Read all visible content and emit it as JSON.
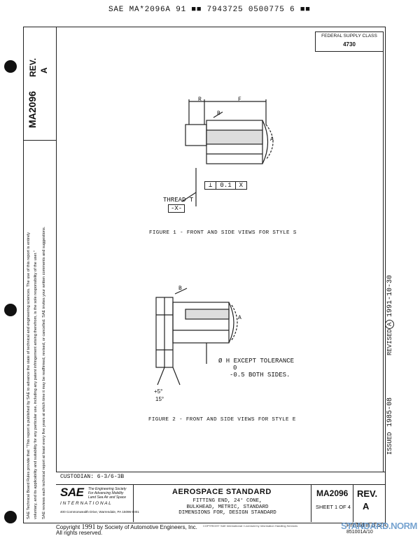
{
  "scan_header": "SAE MA*2096A 91 ■■ 7943725 0500775 6 ■■",
  "left_tab": {
    "doc_number": "MA2096",
    "rev_label": "REV.",
    "rev_value": "A"
  },
  "left_disclaimer_1": "SAE Technical Board Rules provide that: \"This report is published by SAE to advance the state of technical and engineering sciences. The use of this report is entirely",
  "left_disclaimer_2": "voluntary, and its applicability and suitability for any particular use, including any patent infringement arising therefrom, is the sole responsibility of the user.\"",
  "left_disclaimer_3": "SAE reviews each technical report at least every five years at which time it may be reaffirmed, revised, or cancelled. SAE invites your written comments and suggestions.",
  "federal_supply": {
    "label": "FEDERAL SUPPLY CLASS",
    "value": "4730"
  },
  "figure1": {
    "dim_r": "R",
    "dim_f": "F",
    "dim_b": "B",
    "dim_a": "A",
    "fcf": [
      "⊥",
      "0.1",
      "X"
    ],
    "thread_label": "THREAD T",
    "datum": "-X-",
    "caption": "FIGURE 1 - FRONT AND SIDE VIEWS FOR STYLE S"
  },
  "figure2": {
    "dim_b": "B",
    "dim_a": "A",
    "hole_note_1": "Ø H EXCEPT TOLERANCE",
    "hole_note_2": "0",
    "hole_note_3": "-0.5 BOTH SIDES.",
    "angle_1": "+5°",
    "angle_2": "15°",
    "caption": "FIGURE 2 - FRONT AND SIDE VIEWS FOR STYLE E"
  },
  "right_margin": {
    "revised_label": "REVISED",
    "revised_letter": "A",
    "revised_date": "1991-10-30",
    "issued_label": "ISSUED",
    "issued_date": "1985-08"
  },
  "custodian": "CUSTODIAN:  6-3/6-3B",
  "title_block": {
    "sae_logo": "SAE",
    "tagline_1": "The Engineering Society",
    "tagline_2": "For Advancing Mobility",
    "tagline_3": "Land Sea Air and Space",
    "international": "I N T E R N A T I O N A L",
    "address": "400 Commonwealth Drive, Warrendale, PA 15096-0001",
    "standard_title": "AEROSPACE STANDARD",
    "desc_1": "FITTING END, 24° CONE,",
    "desc_2": "BULKHEAD, METRIC, STANDARD",
    "desc_3": "DIMENSIONS FOR, DESIGN STANDARD",
    "doc_number": "MA2096",
    "sheet": "SHEET 1 OF 4",
    "rev_label": "REV.",
    "rev_value": "A"
  },
  "footer": {
    "copyright_prefix": "Copyright",
    "copyright_year": "1991",
    "copyright_rest": "by Society of Automotive Engineers, Inc.",
    "rights": "All rights reserved.",
    "provided_by": "COPYRIGHT SAE International / Licensed by Information Handling Services",
    "printed": "Printed in U.S.A.",
    "printed_code": "851001A/10",
    "watermark": "STANDARD.NORM"
  }
}
